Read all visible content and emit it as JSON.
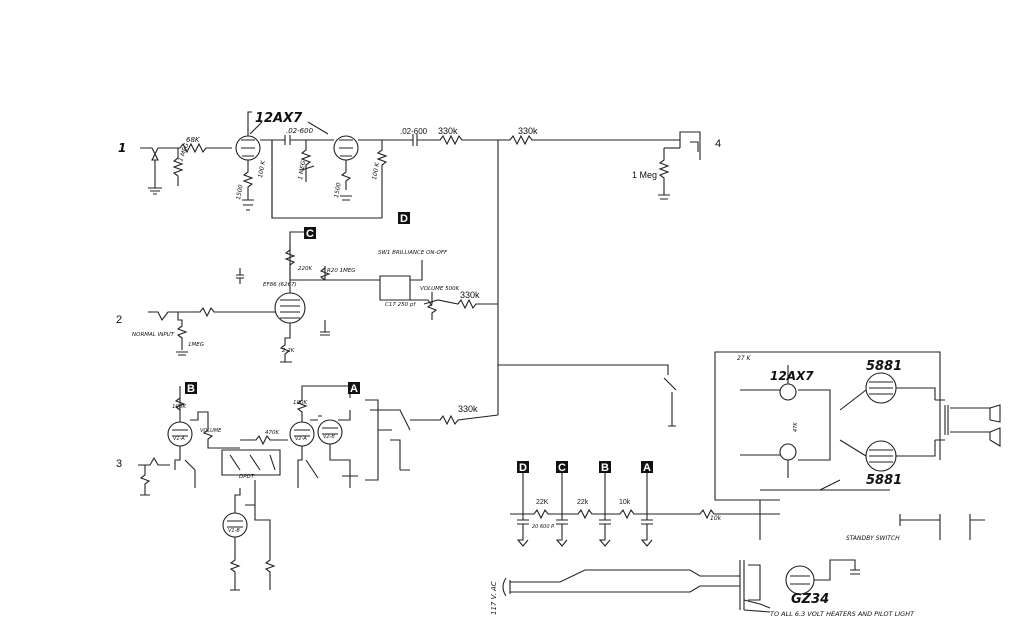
{
  "stages": {
    "s1": "1",
    "s2": "2",
    "s3": "3",
    "s4": "4"
  },
  "tubes": {
    "preamp_top": "12AX7",
    "preamp_phase": "12AX7",
    "power_top": "5881",
    "power_bottom": "5881",
    "rectifier": "GZ34"
  },
  "mixer": {
    "r1": "330k",
    "r2": "330k",
    "r3": "330k",
    "r4": "330k"
  },
  "output": {
    "pot": "1 Meg"
  },
  "caps": {
    "coupling_top": ".02-600"
  },
  "markers": {
    "A": "A",
    "B": "B",
    "C": "C",
    "D": "D"
  },
  "power_supply": {
    "r_d": "22K",
    "r_c": "22k",
    "r_b": "10k",
    "r_a": "10k"
  },
  "stage1": {
    "in_r": "68K",
    "grid_r": "1 MEG",
    "cathode_r1": "1500",
    "plate_r1": "100 K",
    "pot": "1 MEG",
    "cathode_r2": "1500",
    "plate_r2": "100 K",
    "cap": ".02-600"
  },
  "stage2": {
    "tube": "EF86 (6267)",
    "plate_r": "220K",
    "screen_r": "R20 1MEG",
    "cap": "C17 250 pf",
    "switch": "SW1 BRILLIANCE ON-OFF",
    "volume": "VOLUME 500K",
    "input": "NORMAL INPUT",
    "grid_r": "1MEG",
    "cath_r": "2.2K"
  },
  "stage3": {
    "r1": "100K",
    "r2": "470K",
    "r3": "100K",
    "dpdt": "DPDT",
    "v1a": "V1-A",
    "v1b": "V1-B",
    "v2a": "V2-A",
    "v2b": "V2-B",
    "vol": "VOLUME"
  },
  "power_amp": {
    "r27k": "27 K",
    "gain_r": "47K",
    "standby": "STANDBY SWITCH",
    "mains": "117 V. AC",
    "heater_note": "TO ALL 6.3 VOLT HEATERS AND PILOT LIGHT",
    "cap_20": "20 600 P."
  }
}
